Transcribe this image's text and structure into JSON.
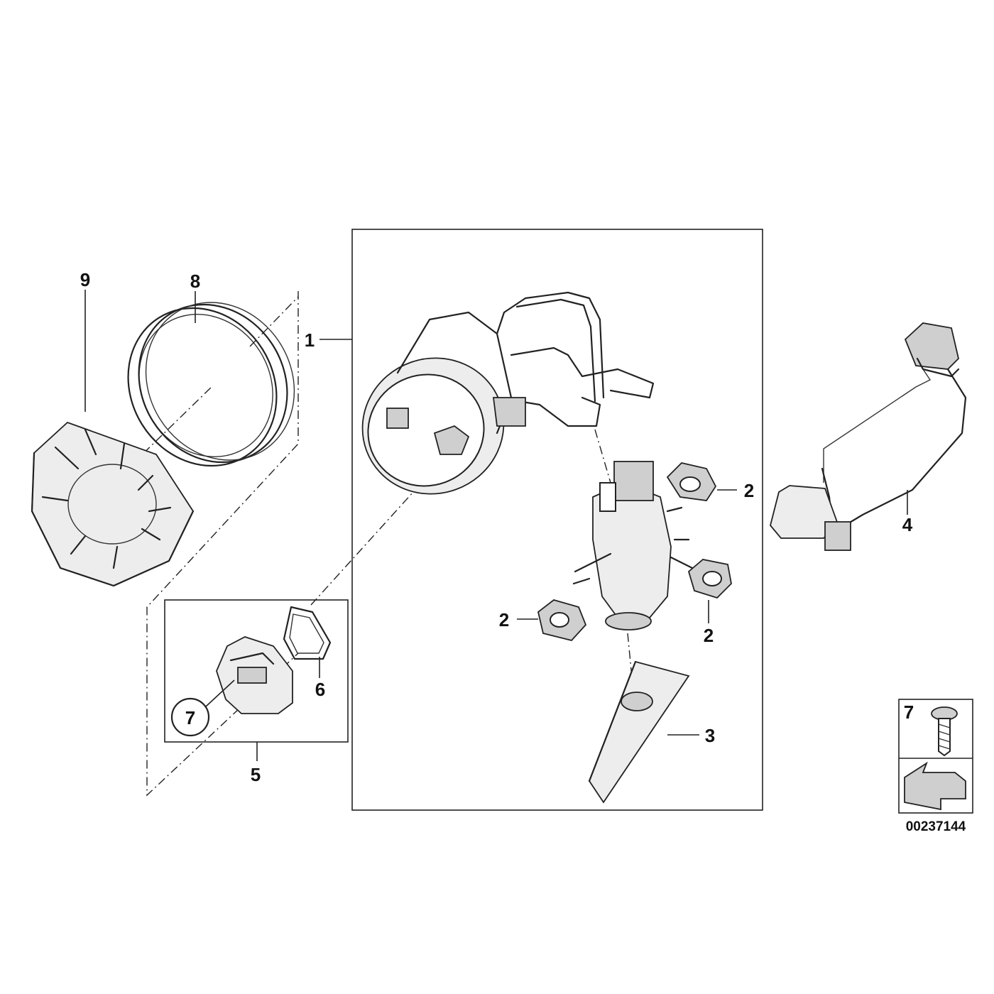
{
  "labels": {
    "p1": "1",
    "p2a": "2",
    "p2b": "2",
    "p2c": "2",
    "p3": "3",
    "p4": "4",
    "p5": "5",
    "p6": "6",
    "p7_circle": "7",
    "p7_legend": "7",
    "p8": "8",
    "p9": "9"
  },
  "diagram_number": "00237144"
}
